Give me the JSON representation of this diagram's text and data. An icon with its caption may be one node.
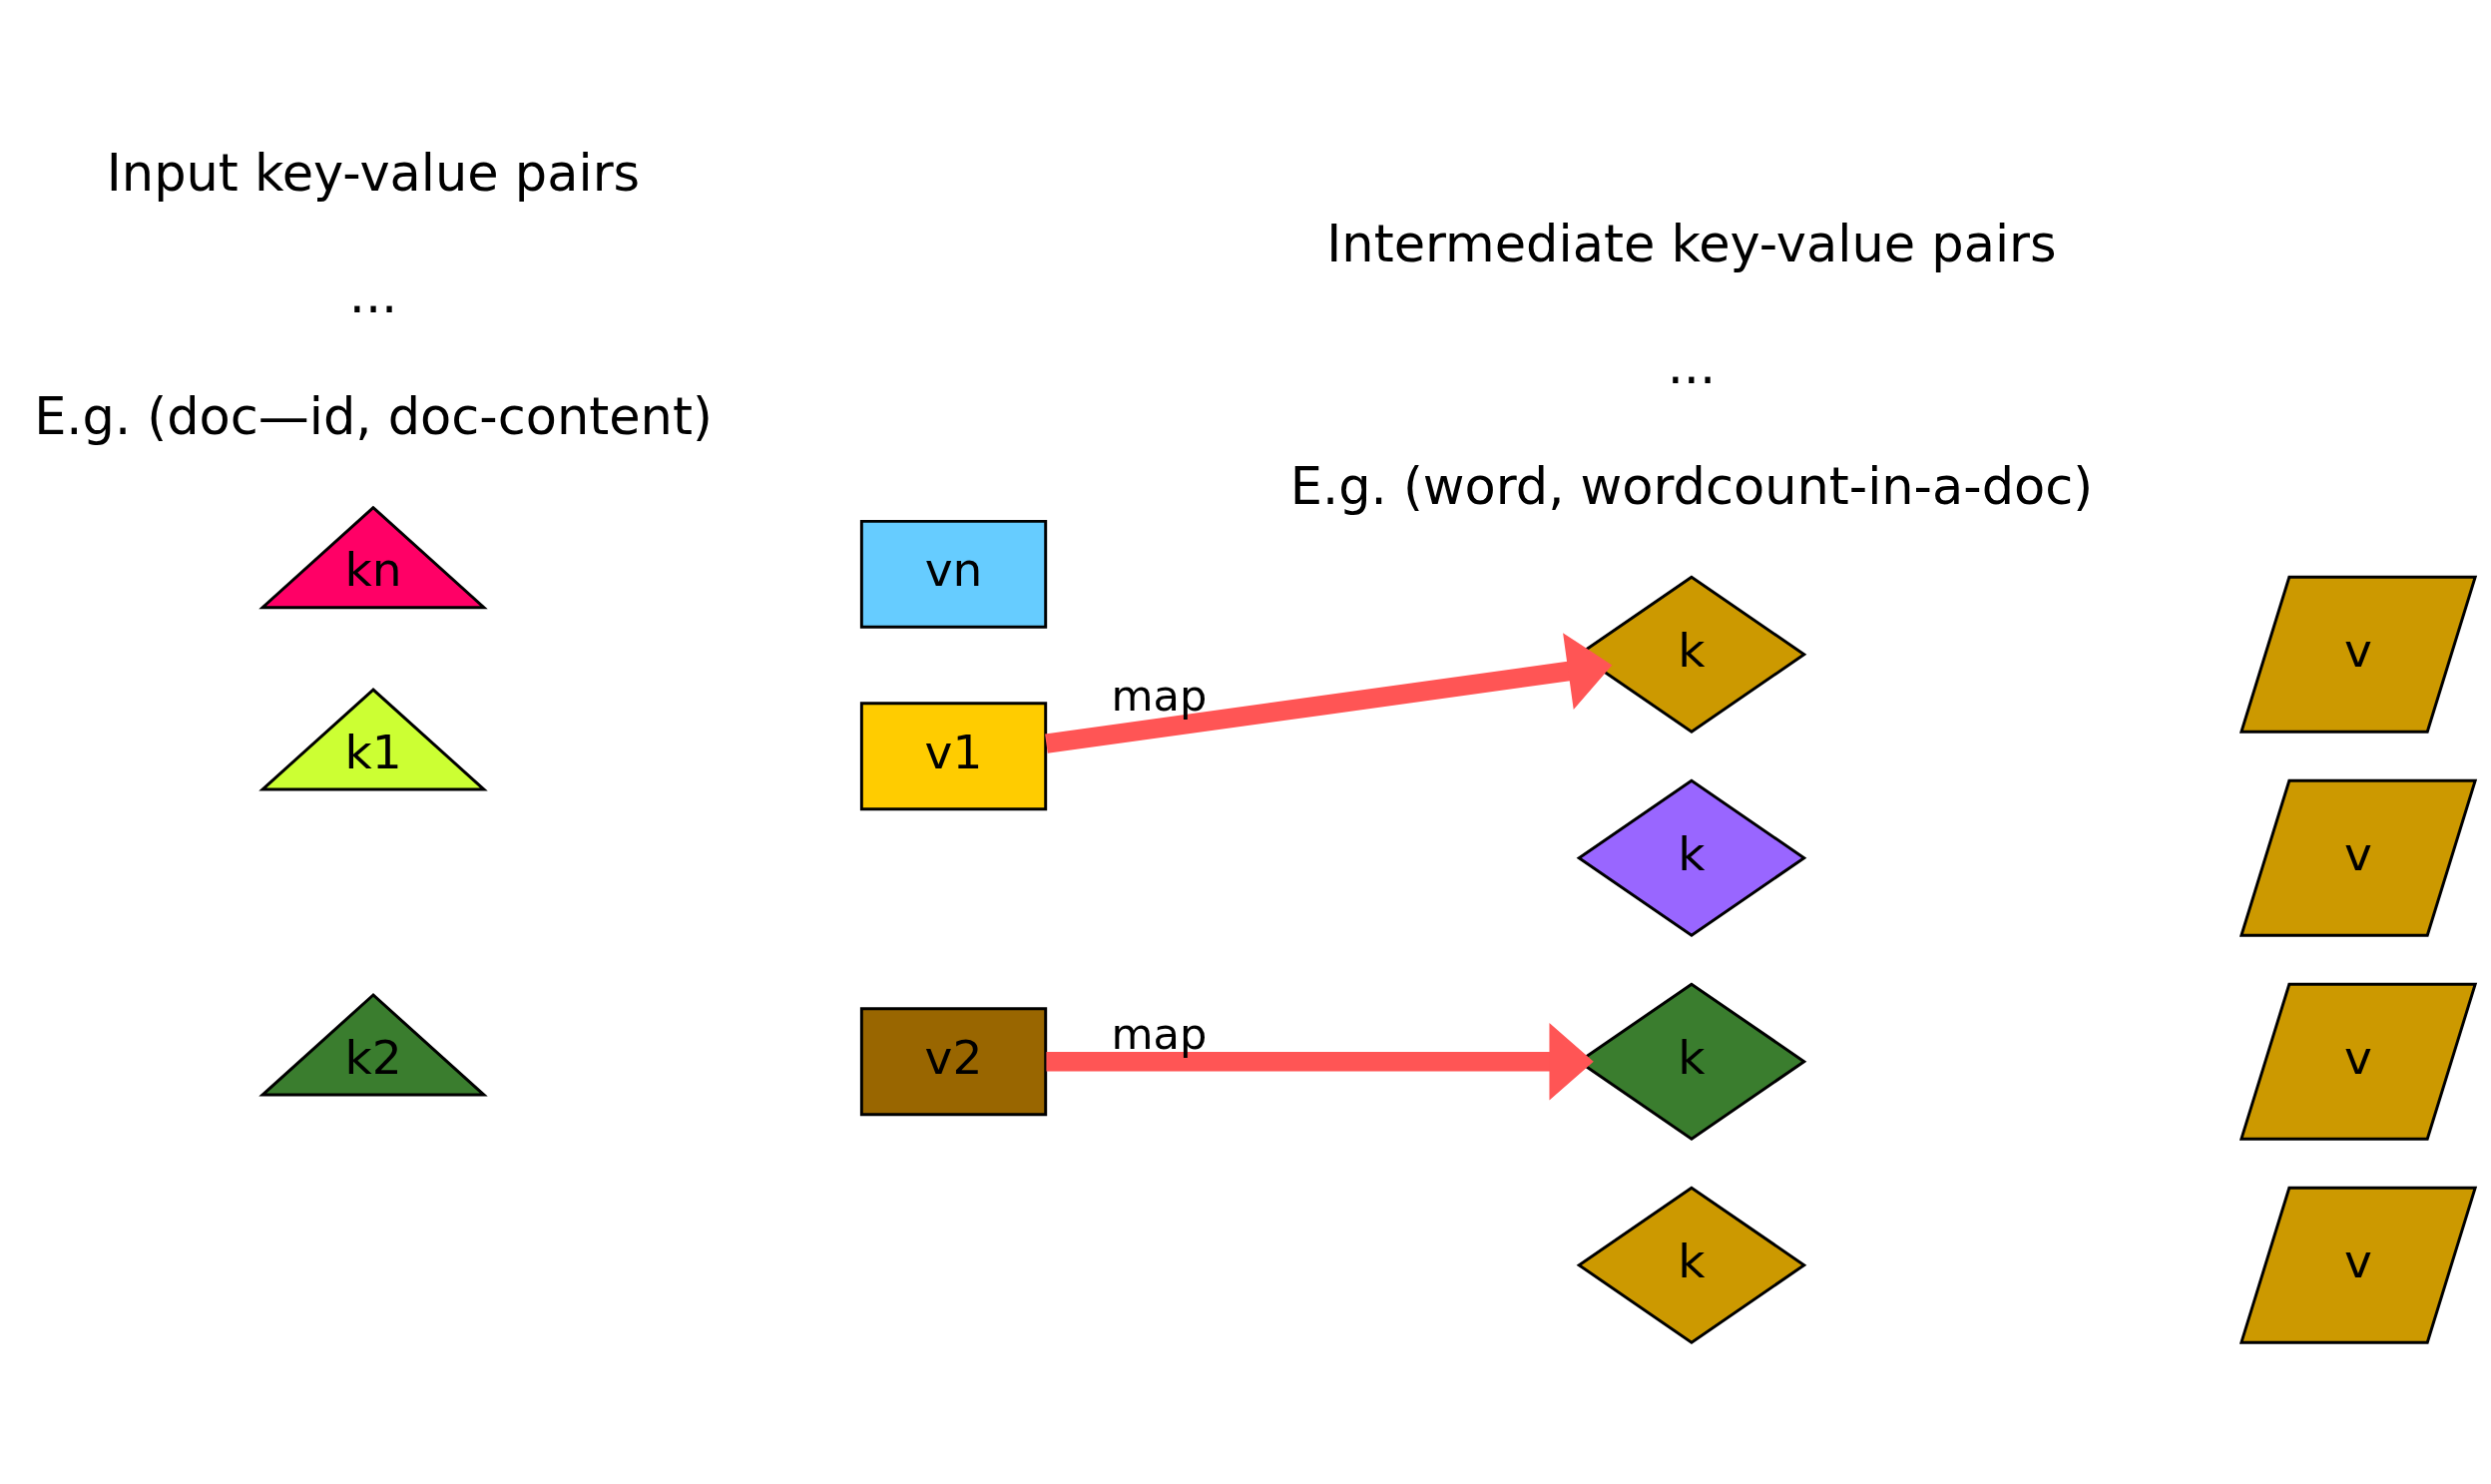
{
  "diagram": {
    "nodes": [
      {
        "text": [
          "k1"
        ]
      },
      {
        "text": [
          "v1"
        ]
      },
      {
        "text": [
          "k2"
        ]
      },
      {
        "text": [
          "v2"
        ]
      },
      {
        "text": [
          "kn"
        ]
      },
      {
        "text": [
          "vn"
        ]
      },
      {
        "text": [
          "k"
        ]
      },
      {
        "text": [
          "v"
        ]
      },
      {
        "text": [
          "k"
        ]
      },
      {
        "text": [
          "v"
        ]
      },
      {
        "text": [
          "k"
        ]
      },
      {
        "text": [
          "v"
        ]
      },
      {
        "text": [
          "k"
        ]
      },
      {
        "text": [
          "v"
        ]
      }
    ],
    "edges": [
      {
        "from": 1,
        "to": 8,
        "arrow": "to",
        "label": "map"
      },
      {
        "from": 3,
        "to": 10,
        "arrow": "to",
        "label": "map"
      }
    ],
    "labels": [
      "Input key-value pairs",
      "Intermediate key-value pairs",
      "...",
      "...",
      "E.g. (doc—id, doc-content)",
      "E.g. (word, wordcount-in-a-doc)"
    ]
  }
}
